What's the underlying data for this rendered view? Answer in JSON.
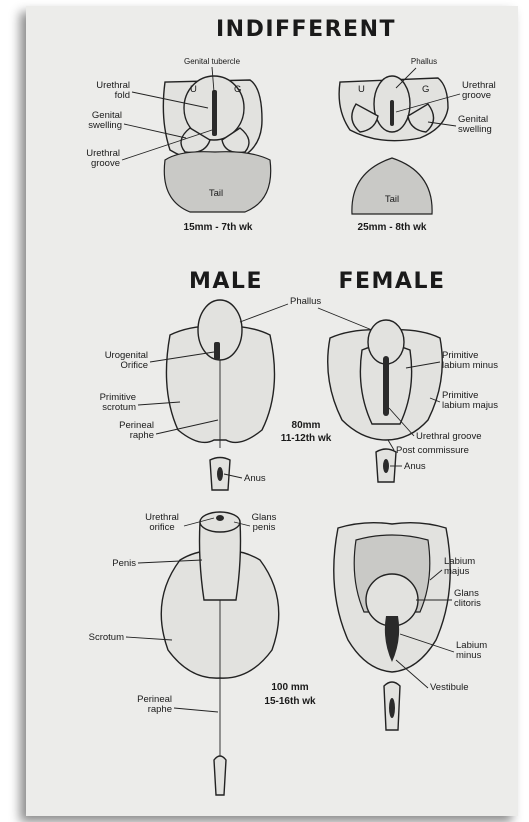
{
  "headings": {
    "indifferent": "INDIFFERENT",
    "male": "MALE",
    "female": "FEMALE"
  },
  "indifferent": {
    "left": {
      "top_label": "Genital tubercle",
      "u": "U",
      "g": "G",
      "urethral_fold": [
        "Urethral",
        "fold"
      ],
      "genital_swelling": [
        "Genital",
        "swelling"
      ],
      "urethral_groove": [
        "Urethral",
        "groove"
      ],
      "tail": "Tail",
      "stage": "15mm - 7th wk"
    },
    "right": {
      "phallus": "Phallus",
      "u": "U",
      "g": "G",
      "urethral_groove": [
        "Urethral",
        "groove"
      ],
      "genital_swelling": [
        "Genital",
        "swelling"
      ],
      "tail": "Tail",
      "stage": "25mm - 8th wk"
    }
  },
  "middle": {
    "phallus": "Phallus",
    "male": {
      "urogenital_orifice": [
        "Urogenital",
        "Orifice"
      ],
      "primitive_scrotum": [
        "Primitive",
        "scrotum"
      ],
      "perineal_raphe": [
        "Perineal",
        "raphe"
      ],
      "anus": "Anus"
    },
    "stage": [
      "80mm",
      "11-12th wk"
    ],
    "female": {
      "primitive_labium_minus": [
        "Primitive",
        "labium minus"
      ],
      "primitive_labium_majus": [
        "Primitive",
        "labium majus"
      ],
      "urethral_groove": "Urethral groove",
      "post_commissure": "Post commissure",
      "anus": "Anus"
    }
  },
  "bottom": {
    "male": {
      "urethral_orifice": [
        "Urethral",
        "orifice"
      ],
      "glans_penis": [
        "Glans",
        "penis"
      ],
      "penis": "Penis",
      "scrotum": "Scrotum",
      "perineal_raphe": [
        "Perineal",
        "raphe"
      ]
    },
    "stage": [
      "100 mm",
      "15-16th wk"
    ],
    "female": {
      "labium_majus": [
        "Labium",
        "majus"
      ],
      "glans_clitoris": [
        "Glans",
        "clitoris"
      ],
      "labium_minus": [
        "Labium",
        "minus"
      ],
      "vestibule": "Vestibule"
    }
  }
}
